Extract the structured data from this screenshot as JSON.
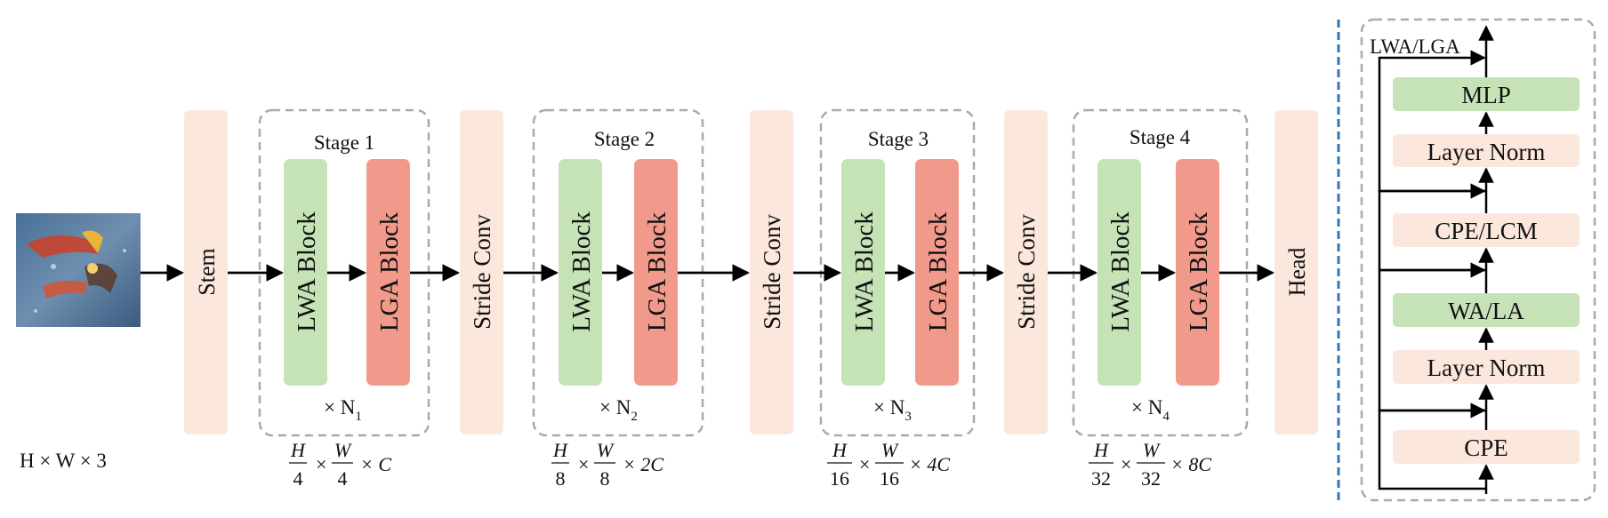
{
  "input": {
    "dims": "H × W × 3"
  },
  "stem_label": "Stem",
  "head_label": "Head",
  "stride_label": "Stride Conv",
  "lwa_label": "LWA Block",
  "lga_label": "LGA Block",
  "stages": [
    {
      "title": "Stage 1",
      "repeat": "× N",
      "repeat_sub": "1",
      "shape": {
        "h_den": "4",
        "w_den": "4",
        "c": "× C"
      }
    },
    {
      "title": "Stage 2",
      "repeat": "× N",
      "repeat_sub": "2",
      "shape": {
        "h_den": "8",
        "w_den": "8",
        "c": "× 2C"
      }
    },
    {
      "title": "Stage 3",
      "repeat": "× N",
      "repeat_sub": "3",
      "shape": {
        "h_den": "16",
        "w_den": "16",
        "c": "× 4C"
      }
    },
    {
      "title": "Stage 4",
      "repeat": "× N",
      "repeat_sub": "4",
      "shape": {
        "h_den": "32",
        "w_den": "32",
        "c": "× 8C"
      }
    }
  ],
  "frac": {
    "h": "H",
    "w": "W",
    "times": "×"
  },
  "block_detail": {
    "title": "LWA/LGA",
    "layers": [
      "MLP",
      "Layer Norm",
      "CPE/LCM",
      "WA/LA",
      "Layer Norm",
      "CPE"
    ]
  },
  "colors": {
    "peach": "#fbe7dc",
    "green": "#c5e3b6",
    "red": "#f19a8c",
    "dash_gray": "#aaaaaa",
    "divider_blue": "#3a74b5"
  }
}
